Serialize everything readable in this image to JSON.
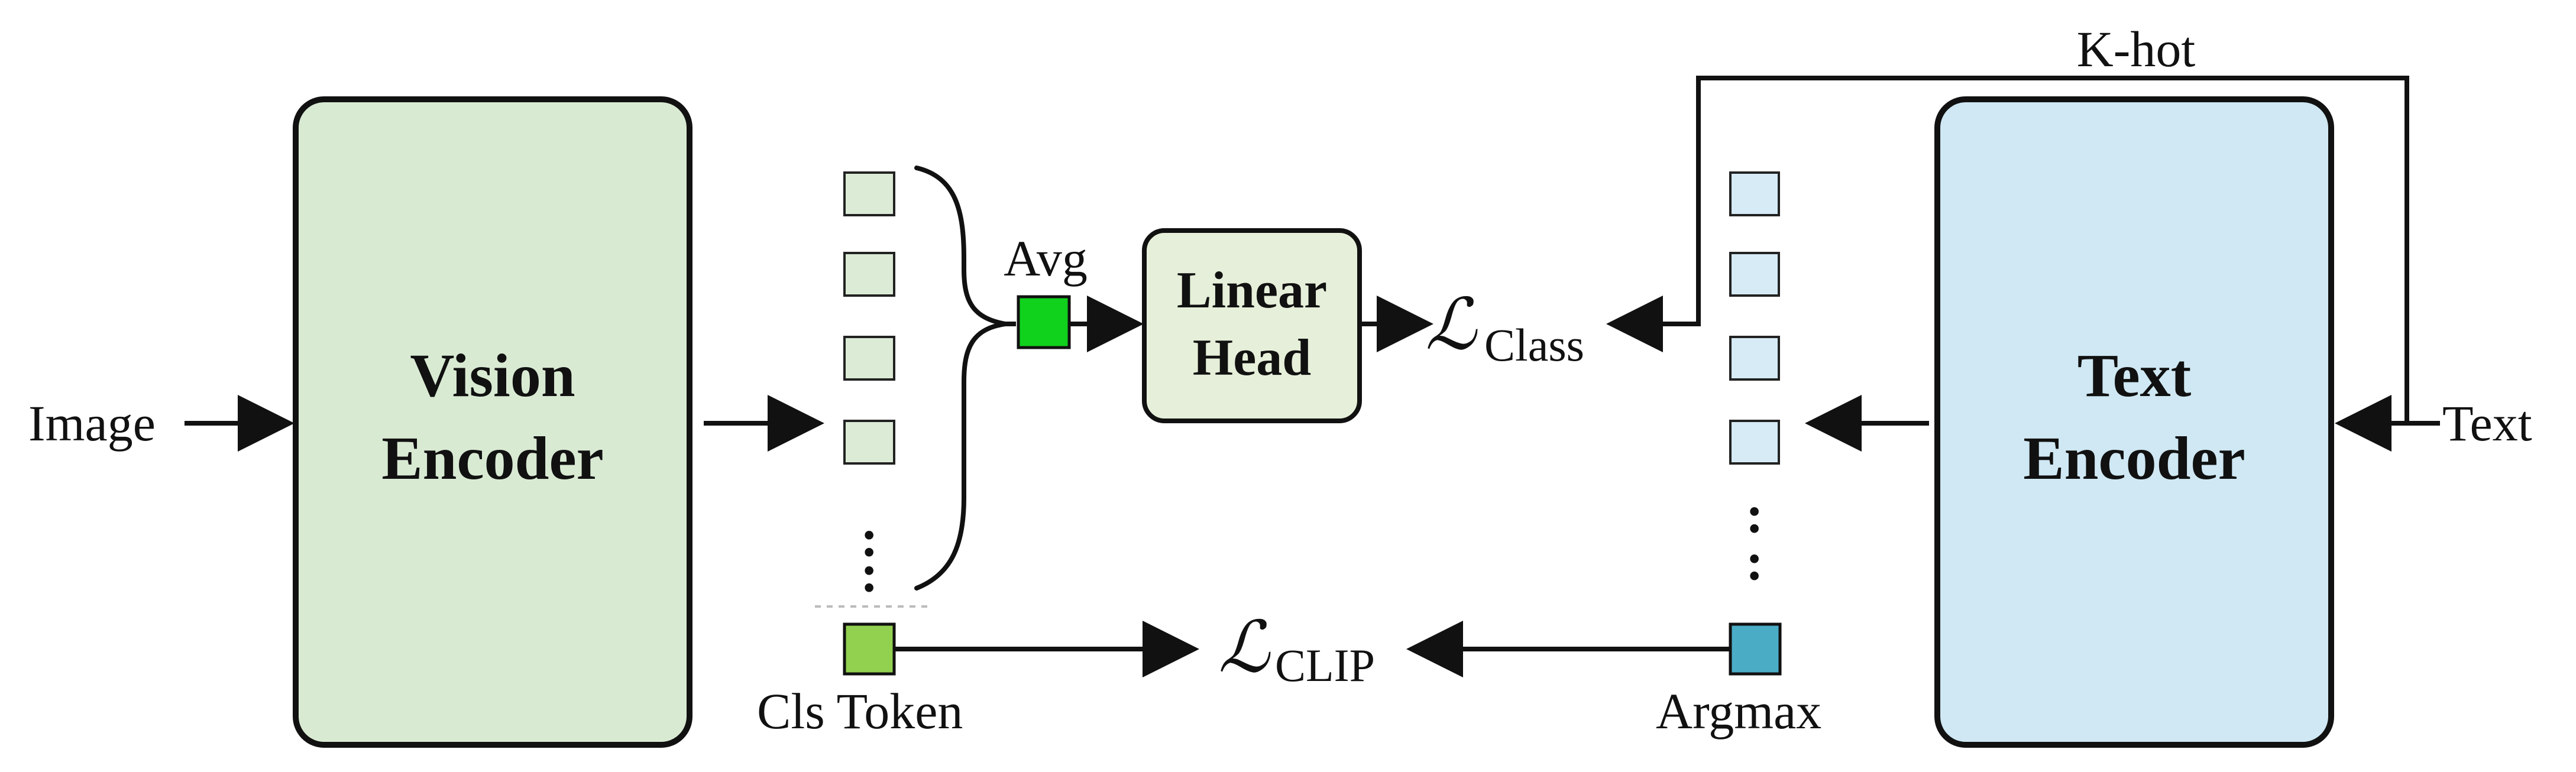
{
  "colors": {
    "vision_fill": "#d9ead3",
    "vision_token_fill": "#dcebd6",
    "avg_fill": "#10d21d",
    "cls_fill": "#92d050",
    "text_fill": "#cfe8f3",
    "text_token_fill": "#d6ebf5",
    "argmax_fill": "#4bacc6",
    "linear_head_fill": "#e6efd9",
    "stroke": "#111111"
  },
  "labels": {
    "image": "Image",
    "text": "Text",
    "vision_line1": "Vision",
    "vision_line2": "Encoder",
    "text_line1": "Text",
    "text_line2": "Encoder",
    "linear_line1": "Linear",
    "linear_line2": "Head",
    "avg": "Avg",
    "cls_token": "Cls Token",
    "argmax": "Argmax",
    "k_hot": "K-hot",
    "loss_symbol": "ℒ",
    "loss_class": "Class",
    "loss_clip": "CLIP",
    "ellipsis": ":"
  }
}
